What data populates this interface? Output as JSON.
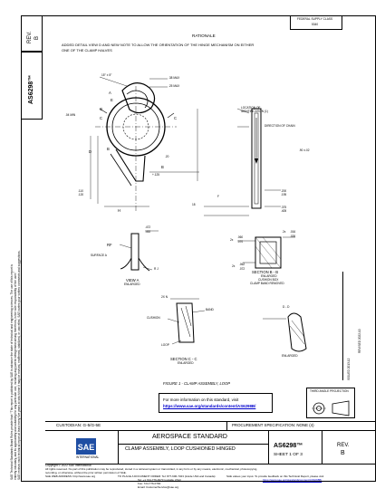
{
  "header": {
    "rev_label": "REV.",
    "rev_value": "B",
    "doc_number": "AS6298™",
    "fsc_label": "FEDERAL SUPPLY CLASS",
    "fsc_value": "5340",
    "rationale_title": "RATIONALE",
    "rationale_text_1": "ADDED DETAIL VIEW D AND NEW NOTE TO ALLOW THE ORIENTATION OF THE HINGE MECHANISM ON EITHER",
    "rationale_text_2": "ONE OF THE CLAMP HALVES"
  },
  "left_margin": {
    "line_1": "SAE Technical Standards Board Rules provide that: \"This report is published by SAE to advance the state of technical and engineering sciences. The use of this report is",
    "line_2": "entirely voluntary, and its applicability and suitability for any particular use, including any patent infringement arising therefrom, is the sole responsibility of the user.\"",
    "line_3": "SAE reviews each technical report at least every five years at which time it may be revised, reaffirmed, stabilized, or cancelled. SAE invites your written comments and suggestions."
  },
  "drawing": {
    "angle_1": "15° ± 5°",
    "dim_38": ".38 MAX",
    "dim_25": ".25 MAX",
    "label_A": "A",
    "label_E": "E",
    "label_G": "G",
    "label_C1": "C",
    "label_C2": "C",
    "label_B1": "B",
    "label_B2": "B",
    "label_D": "D",
    "label_F": "F",
    "label_H": "H",
    "dim_110": ".110",
    "dim_120": ".120",
    "dim_04": ".04 MIN",
    "dim_125": "+.125",
    "lock_1": "LOCATION OF",
    "lock_2": "IDENTIFICATION (1)",
    "direction": "DIRECTION OF CHAIN",
    "dim_90": ".90 ±.02",
    "dim_200": ".200",
    "dim_195": ".195",
    "dim_375": ".375",
    "dim_405": ".405",
    "dim_18": "18",
    "dim_20": ".20",
    "rf_label": "RF",
    "surface_a": "SURFACE A",
    "rj_label": "R J",
    "dim_472": ".472",
    "dim_492": ".492",
    "view_a": "VIEW A",
    "view_a_sub": "ENLARGED",
    "dim_060": ".060",
    "dim_070": ".070",
    "dim_2x_1": "2x",
    "dim_2x_2": "2x",
    "dim_016": ".016",
    "dim_026": ".026",
    "dim_062": ".062",
    "dim_072": ".072",
    "dim_2x_3": "2x",
    "section_bb": "SECTION  B - B",
    "section_bb_sub1": "ENLARGED",
    "section_bb_sub2": "CUSHION BOX",
    "section_bb_sub3": "CLAMP BAND REMOVED",
    "dim_2xn": "2X N",
    "cushion": "CUSHION",
    "band": "BAND",
    "loop": "LOOP",
    "section_cc": "SECTION  C - C",
    "section_cc_sub": "ENLARGED",
    "detail_d": "D - D",
    "detail_d_sub": "ENLARGED",
    "figure_caption": "FIGURE 1 - CLAMP ASSEMBLY, LOOP",
    "more_info_1": "For more information on this standard, visit",
    "more_info_2": "https://www.sae.org/standards/content/AS6298B/"
  },
  "right_strip": {
    "issued": "ISSUED  2013-12",
    "revised": "REVISED  2022-10"
  },
  "projection": {
    "label": "THIRD ANGLE PROJECTION"
  },
  "title_block": {
    "custodian": "CUSTODIAN: G-5/G-5E",
    "procurement": "PROCUREMENT SPECIFICATION: NONE (4)",
    "aerospace": "AEROSPACE STANDARD",
    "title": "CLAMP ASSEMBLY, LOOP CUSHIONED HINGED",
    "doc_number": "AS6298™",
    "sheet": "SHEET 1 OF 3",
    "rev_label": "REV.",
    "rev_value": "B",
    "logo_text": "SAE",
    "logo_sub": "INTERNATIONAL"
  },
  "footer": {
    "copyright": "Copyright © 2022 SAE International",
    "rights": "All rights reserved. No part of this publication may be reproduced, stored in a retrieval system or transmitted, in any form or by any means, electronic, mechanical, photocopying,",
    "rights_2": "recording, or otherwise, without the prior written permission of SAE.",
    "tel": "TO PLACE A DOCUMENT ORDER:  Tel: 877-606-7323 (inside USA and Canada)",
    "tel2": "Tel: +1 724-776-4970 (outside USA)",
    "fax": "Fax: 724-776-0790",
    "email": "Email: CustomerService@sae.org",
    "web": "SAE WEB ADDRESS: http://www.sae.org",
    "feedback": "SAE values your input. To provide feedback on this Technical Report, please visit",
    "feedback_url": "https://www.sae.org/standards/content/AS6298B/"
  }
}
